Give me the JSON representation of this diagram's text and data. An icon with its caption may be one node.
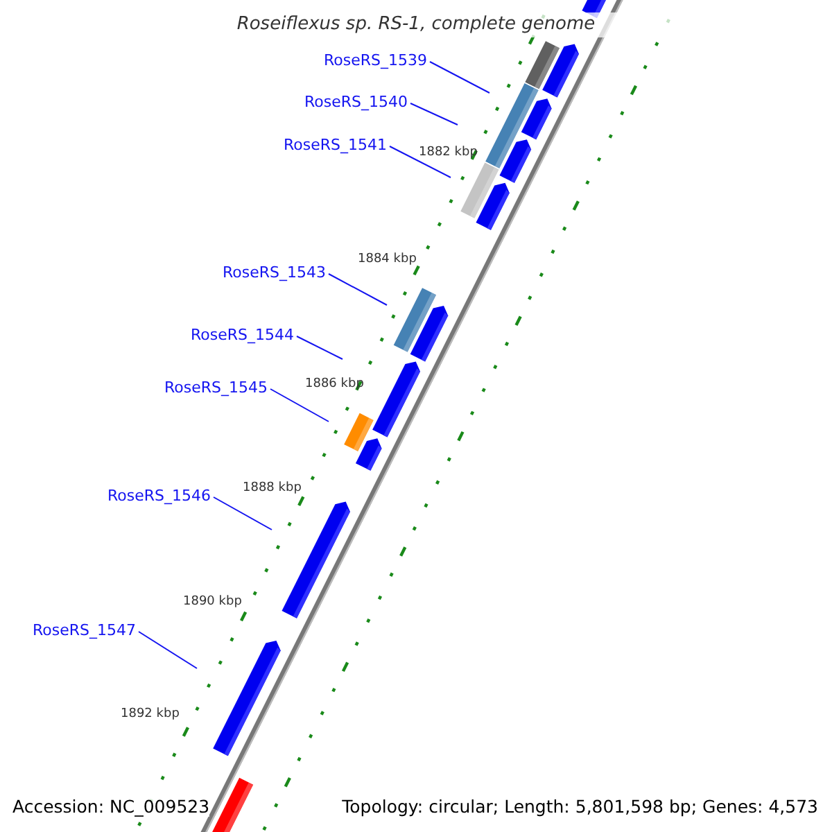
{
  "diagram": {
    "title": "Roseiflexus sp. RS-1, complete genome",
    "nodes": [
      {
        "text": [
          "RoseRS_1539"
        ]
      },
      {
        "text": [
          "RoseRS_1540"
        ]
      },
      {
        "text": [
          "RoseRS_1541"
        ]
      },
      {
        "text": [
          "RoseRS_1543"
        ]
      },
      {
        "text": [
          "RoseRS_1544"
        ]
      },
      {
        "text": [
          "RoseRS_1545"
        ]
      },
      {
        "text": [
          "RoseRS_1546"
        ]
      },
      {
        "text": [
          "RoseRS_1547"
        ]
      }
    ],
    "edges": [
      {
        "from": 0,
        "to": null,
        "arrow": "none"
      },
      {
        "from": 1,
        "to": null,
        "arrow": "none"
      },
      {
        "from": 2,
        "to": null,
        "arrow": "none"
      },
      {
        "from": 3,
        "to": null,
        "arrow": "none"
      },
      {
        "from": 4,
        "to": null,
        "arrow": "none"
      },
      {
        "from": 5,
        "to": null,
        "arrow": "none"
      },
      {
        "from": 6,
        "to": null,
        "arrow": "none"
      },
      {
        "from": 7,
        "to": null,
        "arrow": "none"
      }
    ],
    "labels": [
      "1882 kbp",
      "1884 kbp",
      "1886 kbp",
      "1888 kbp",
      "1890 kbp",
      "1892 kbp",
      "Accession: NC_009523",
      "Topology: circular; Length: 5,801,598 bp; Genes: 4,573"
    ]
  }
}
